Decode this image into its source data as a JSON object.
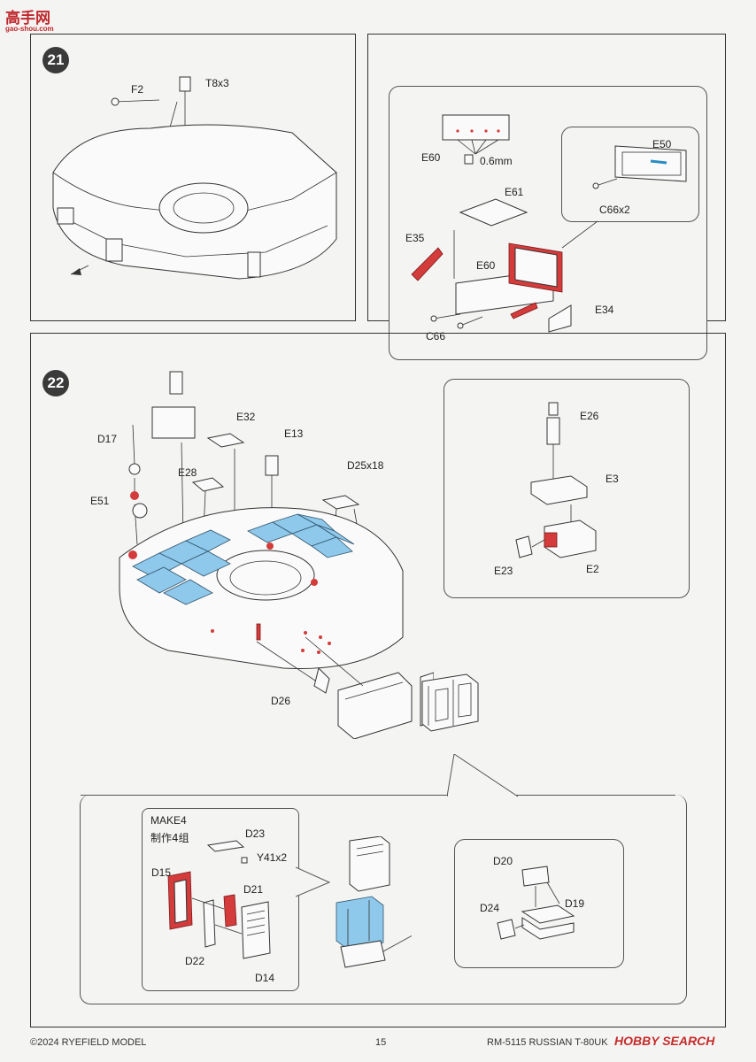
{
  "watermark": {
    "chars": "高手网",
    "url": "gao-shou.com"
  },
  "step21": {
    "number": "21",
    "labels": {
      "f2": "F2",
      "t8x3": "T8x3"
    }
  },
  "step21_detail": {
    "labels": {
      "e60": "E60",
      "size": "0.6mm",
      "e61": "E61",
      "e35": "E35",
      "e60b": "E60",
      "c66": "C66",
      "e34": "E34",
      "e50": "E50",
      "c66x2": "C66x2"
    }
  },
  "step22": {
    "number": "22",
    "labels": {
      "d17": "D17",
      "e51": "E51",
      "e28": "E28",
      "e32": "E32",
      "e13": "E13",
      "d25x18": "D25x18",
      "d26": "D26"
    }
  },
  "step22_detail": {
    "labels": {
      "e26": "E26",
      "e3": "E3",
      "e23": "E23",
      "e2": "E2"
    }
  },
  "step22_bottom": {
    "make_en": "MAKE4",
    "make_cn": "制作4组",
    "labels": {
      "d23": "D23",
      "y41x2": "Y41x2",
      "d15": "D15",
      "d21": "D21",
      "d22": "D22",
      "d14": "D14",
      "d20": "D20",
      "d24": "D24",
      "d19": "D19"
    }
  },
  "footer": {
    "copyright": "©2024 RYEFIELD MODEL",
    "page": "15",
    "product": "RM-5115 RUSSIAN T-80UK",
    "brand": "HOBBY SEARCH"
  }
}
